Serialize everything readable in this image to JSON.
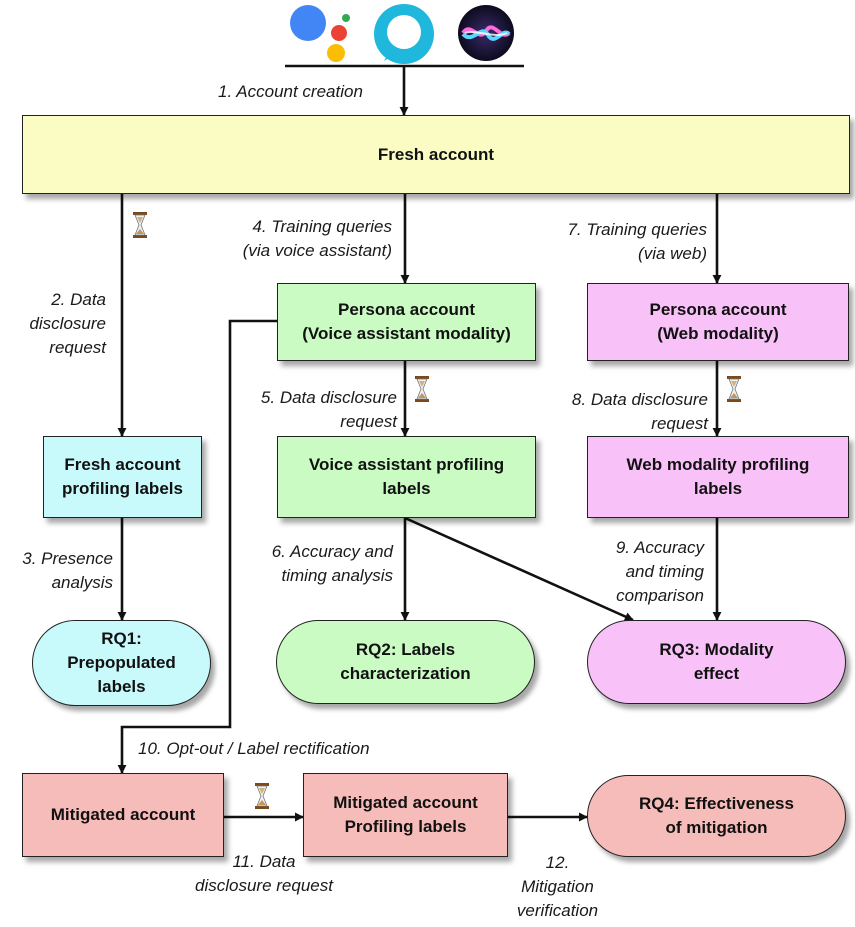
{
  "colors": {
    "yellow": "#fbfcc4",
    "green": "#c9fbc3",
    "magenta": "#f8c2f9",
    "cyan": "#c8fafc",
    "red": "#f6bcb9"
  },
  "logos": [
    "google-assistant-icon",
    "alexa-icon",
    "siri-icon"
  ],
  "boxes": {
    "fresh_account": "Fresh account",
    "persona_voice": [
      "Persona account",
      "(Voice assistant modality)"
    ],
    "persona_web": [
      "Persona account",
      "(Web modality)"
    ],
    "fresh_labels": [
      "Fresh account",
      "profiling labels"
    ],
    "voice_labels": [
      "Voice assistant profiling",
      "labels"
    ],
    "web_labels": [
      "Web modality profiling",
      "labels"
    ],
    "rq1": [
      "RQ1:",
      "Prepopulated",
      "labels"
    ],
    "rq2": [
      "RQ2: Labels",
      "characterization"
    ],
    "rq3": [
      "RQ3: Modality",
      "effect"
    ],
    "mitigated_account": "Mitigated account",
    "mitigated_labels": [
      "Mitigated account",
      "Profiling labels"
    ],
    "rq4": [
      "RQ4: Effectiveness",
      "of mitigation"
    ]
  },
  "steps": {
    "s1": "1. Account creation",
    "s2": [
      "2. Data",
      "disclosure",
      "request"
    ],
    "s3": [
      "3. Presence",
      "analysis"
    ],
    "s4": [
      "4. Training queries",
      "(via voice assistant)"
    ],
    "s5": [
      "5. Data  disclosure",
      "request"
    ],
    "s6": [
      "6. Accuracy and",
      "timing analysis"
    ],
    "s7": [
      "7. Training queries",
      "(via web)"
    ],
    "s8": [
      "8. Data  disclosure",
      "request"
    ],
    "s9": [
      "9. Accuracy",
      "and timing",
      "comparison"
    ],
    "s10": "10. Opt-out / Label rectification",
    "s11": [
      "11. Data",
      "disclosure request"
    ],
    "s12": [
      "12.",
      "Mitigation",
      "verification"
    ]
  }
}
